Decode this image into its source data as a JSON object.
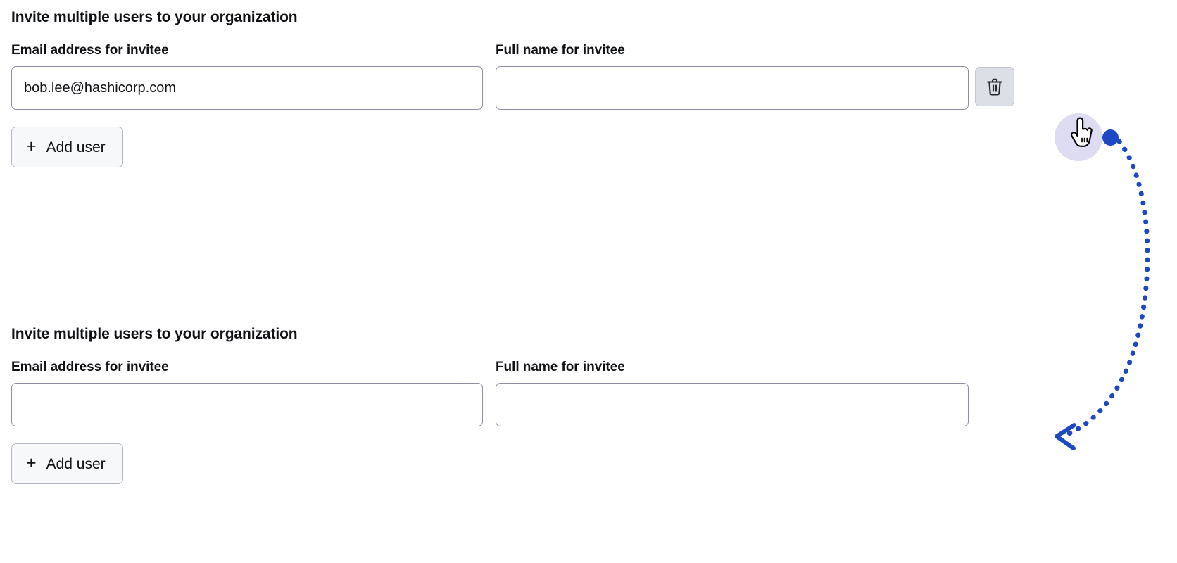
{
  "sections": [
    {
      "heading": "Invite multiple users to your organization",
      "email_field": {
        "label": "Email address for invitee",
        "value": "bob.lee@hashicorp.com",
        "placeholder": ""
      },
      "name_field": {
        "label": "Full name for invitee",
        "value": "",
        "placeholder": ""
      },
      "has_remove_button": true,
      "remove_button_label": "Remove invitee",
      "add_user_label": "Add user",
      "add_user_plus": "+"
    },
    {
      "heading": "Invite multiple users to your organization",
      "email_field": {
        "label": "Email address for invitee",
        "value": "",
        "placeholder": ""
      },
      "name_field": {
        "label": "Full name for invitee",
        "value": "",
        "placeholder": ""
      },
      "has_remove_button": false,
      "remove_button_label": "",
      "add_user_label": "Add user",
      "add_user_plus": "+"
    }
  ],
  "icons": {
    "trash": "trash-icon",
    "plus": "plus-icon",
    "cursor": "hand-pointer-cursor"
  },
  "annotation": {
    "type": "action-arrow",
    "start_label": "click-origin-dot",
    "end_label": "result-arrowhead",
    "color": "#1c48c4",
    "style": "dotted-curve"
  },
  "colors": {
    "text": "#0f1115",
    "input_border": "#8c8fa1",
    "button_bg": "#f7f8fa",
    "button_border": "#b4b8c2",
    "trash_bg": "#dcdfe5",
    "accent": "#1c48c4",
    "cursor_halo": "#dcdaf2"
  }
}
